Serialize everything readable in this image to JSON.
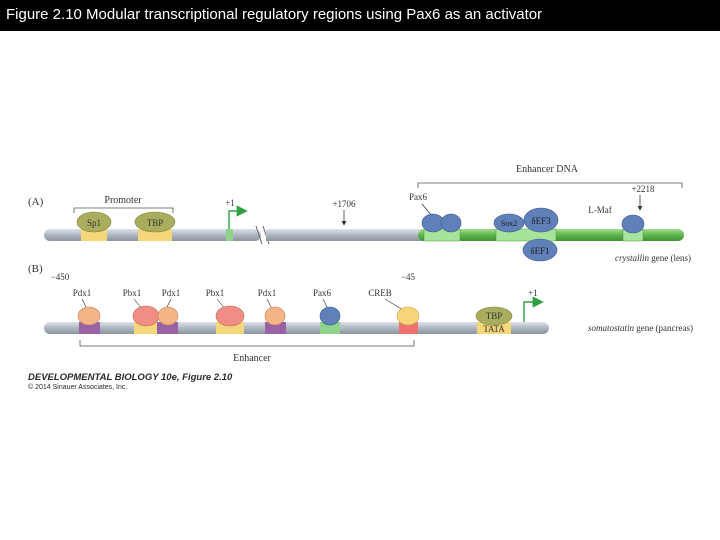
{
  "title": "Figure 2.10  Modular transcriptional regulatory regions using Pax6 as an activator",
  "panel_a": {
    "label": "(A)",
    "promoter_label": "Promoter",
    "sp1": "Sp1",
    "tbp": "TBP",
    "plus1": "+1",
    "plus1706": "+1706",
    "enhancer_dna": "Enhancer DNA",
    "pax6": "Pax6",
    "sox2": "Sox2",
    "def3": "δEF3",
    "def1": "δEF1",
    "lmaf": "L-Maf",
    "plus2218": "+2218",
    "gene_name": "crystallin",
    "gene_suffix": " gene (lens)"
  },
  "panel_b": {
    "label": "(B)",
    "minus450": "−450",
    "minus45": "−45",
    "pdx1_a": "Pdx1",
    "pbx1_a": "Pbx1",
    "pdx1_b": "Pdx1",
    "pbx1_b": "Pbx1",
    "pdx1_c": "Pdx1",
    "pax6": "Pax6",
    "creb": "CREB",
    "tbp": "TBP",
    "tata": "TATA",
    "plus1": "+1",
    "gene_name": "somatostatin",
    "gene_suffix": " gene (pancreas)",
    "enhancer_label": "Enhancer"
  },
  "credit": {
    "title": "DEVELOPMENTAL BIOLOGY 10e, Figure 2.10",
    "subtitle": "© 2014 Sinauer Associates, Inc."
  },
  "colors": {
    "dna": "#b4bcc6",
    "enhancer_dna": "#6cbf5a",
    "blue_factor": "#5f80b8",
    "yellow_site": "#f3d77a",
    "olive_factor": "#a9ad5e",
    "salmon_factor": "#f08e86",
    "orange_factor": "#f3b487",
    "purple_site": "#9a62a6",
    "green_site": "#8fd28a",
    "red_site": "#ef7270",
    "arrow_green": "#2ea043"
  }
}
